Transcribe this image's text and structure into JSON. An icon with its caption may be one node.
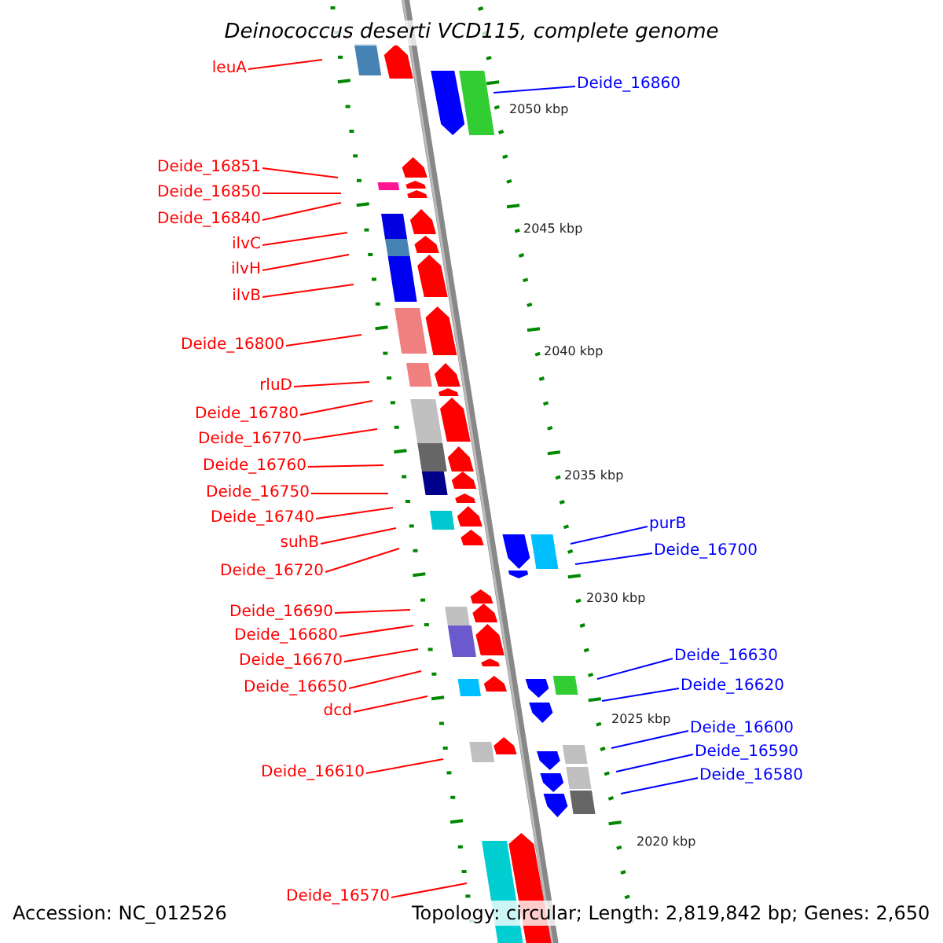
{
  "diagram": {
    "title": "Deinococcus deserti VCD115, complete genome",
    "nodes": [
      {
        "text": [
          "leuA"
        ]
      },
      {
        "text": [
          "Deide_16851"
        ]
      },
      {
        "text": [
          "Deide_16850"
        ]
      },
      {
        "text": [
          "Deide_16840"
        ]
      },
      {
        "text": [
          "ilvC"
        ]
      },
      {
        "text": [
          "ilvH"
        ]
      },
      {
        "text": [
          "ilvB"
        ]
      },
      {
        "text": [
          "Deide_16800"
        ]
      },
      {
        "text": [
          "rluD"
        ]
      },
      {
        "text": [
          "Deide_16780"
        ]
      },
      {
        "text": [
          "Deide_16770"
        ]
      },
      {
        "text": [
          "Deide_16760"
        ]
      },
      {
        "text": [
          "Deide_16750"
        ]
      },
      {
        "text": [
          "Deide_16740"
        ]
      },
      {
        "text": [
          "suhB"
        ]
      },
      {
        "text": [
          "Deide_16720"
        ]
      },
      {
        "text": [
          "Deide_16690"
        ]
      },
      {
        "text": [
          "Deide_16680"
        ]
      },
      {
        "text": [
          "Deide_16670"
        ]
      },
      {
        "text": [
          "Deide_16650"
        ]
      },
      {
        "text": [
          "dcd"
        ]
      },
      {
        "text": [
          "Deide_16610"
        ]
      },
      {
        "text": [
          "Deide_16570"
        ]
      },
      {
        "text": [
          "Deide_16860"
        ]
      },
      {
        "text": [
          "purB"
        ]
      },
      {
        "text": [
          "Deide_16700"
        ]
      },
      {
        "text": [
          "Deide_16630"
        ]
      },
      {
        "text": [
          "Deide_16620"
        ]
      },
      {
        "text": [
          "Deide_16600"
        ]
      },
      {
        "text": [
          "Deide_16590"
        ]
      },
      {
        "text": [
          "Deide_16580"
        ]
      }
    ],
    "edges": [
      {
        "from": 0,
        "to": null,
        "arrow": "none"
      },
      {
        "from": 1,
        "to": null,
        "arrow": "none"
      },
      {
        "from": 2,
        "to": null,
        "arrow": "none"
      },
      {
        "from": 3,
        "to": null,
        "arrow": "none"
      },
      {
        "from": 4,
        "to": null,
        "arrow": "none"
      },
      {
        "from": 5,
        "to": null,
        "arrow": "none"
      },
      {
        "from": 6,
        "to": null,
        "arrow": "none"
      },
      {
        "from": 7,
        "to": null,
        "arrow": "none"
      },
      {
        "from": 8,
        "to": null,
        "arrow": "none"
      },
      {
        "from": 9,
        "to": null,
        "arrow": "none"
      },
      {
        "from": 10,
        "to": null,
        "arrow": "none"
      },
      {
        "from": 11,
        "to": null,
        "arrow": "none"
      },
      {
        "from": 12,
        "to": null,
        "arrow": "none"
      },
      {
        "from": 13,
        "to": null,
        "arrow": "none"
      },
      {
        "from": 14,
        "to": null,
        "arrow": "none"
      },
      {
        "from": 15,
        "to": null,
        "arrow": "none"
      },
      {
        "from": 16,
        "to": null,
        "arrow": "none"
      },
      {
        "from": 17,
        "to": null,
        "arrow": "none"
      },
      {
        "from": 18,
        "to": null,
        "arrow": "none"
      },
      {
        "from": 19,
        "to": null,
        "arrow": "none"
      },
      {
        "from": 20,
        "to": null,
        "arrow": "none"
      },
      {
        "from": 21,
        "to": null,
        "arrow": "none"
      },
      {
        "from": 22,
        "to": null,
        "arrow": "none"
      },
      {
        "from": 23,
        "to": null,
        "arrow": "none",
        "color": "#0000ff"
      },
      {
        "from": 24,
        "to": null,
        "arrow": "none",
        "color": "#0000ff"
      },
      {
        "from": 25,
        "to": null,
        "arrow": "none",
        "color": "#0000ff"
      },
      {
        "from": 26,
        "to": null,
        "arrow": "none",
        "color": "#0000ff"
      },
      {
        "from": 27,
        "to": null,
        "arrow": "none",
        "color": "#0000ff"
      },
      {
        "from": 28,
        "to": null,
        "arrow": "none",
        "color": "#0000ff"
      },
      {
        "from": 29,
        "to": null,
        "arrow": "none",
        "color": "#0000ff"
      },
      {
        "from": 30,
        "to": null,
        "arrow": "none",
        "color": "#0000ff"
      }
    ],
    "labels": [
      "2050 kbp",
      "2045 kbp",
      "2040 kbp",
      "2035 kbp",
      "2030 kbp",
      "2025 kbp",
      "2020 kbp",
      "Accession: NC_012526",
      "Topology: circular; Length: 2,819,842 bp; Genes: 2,650"
    ]
  }
}
